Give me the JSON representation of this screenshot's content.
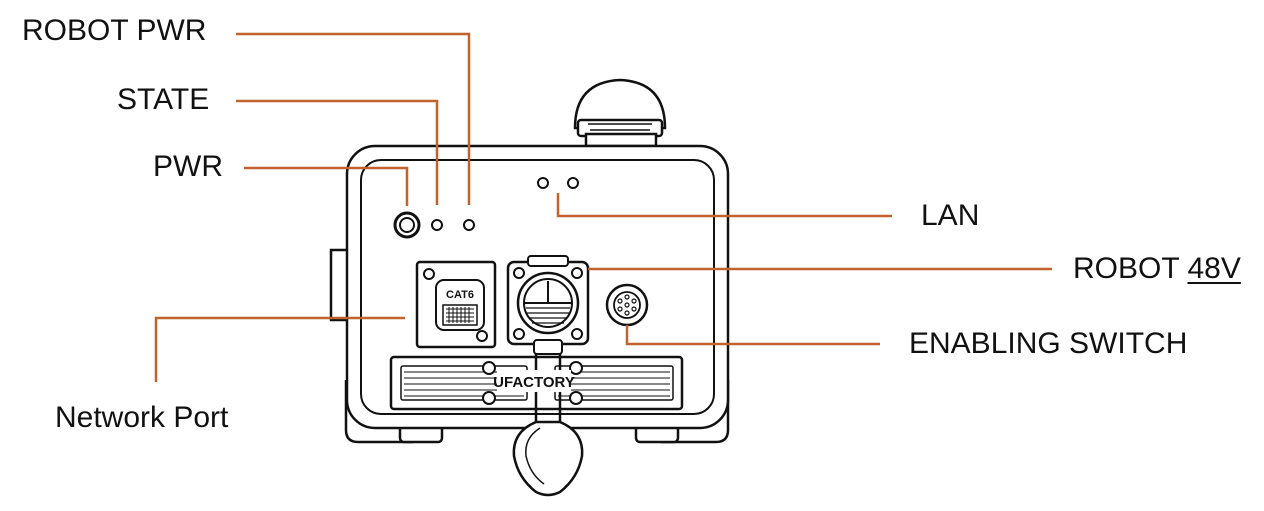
{
  "labels": {
    "robot_pwr": "ROBOT PWR",
    "state": "STATE",
    "pwr": "PWR",
    "lan": "LAN",
    "robot_48v_prefix": "ROBOT",
    "robot_48v_suffix": "48V",
    "enabling_switch": "ENABLING SWITCH",
    "network_port": "Network Port"
  },
  "device_text": {
    "cat6": "CAT6",
    "brand": "UFACTORY"
  },
  "colors": {
    "callout": "#C0632E",
    "outline": "#111111"
  }
}
